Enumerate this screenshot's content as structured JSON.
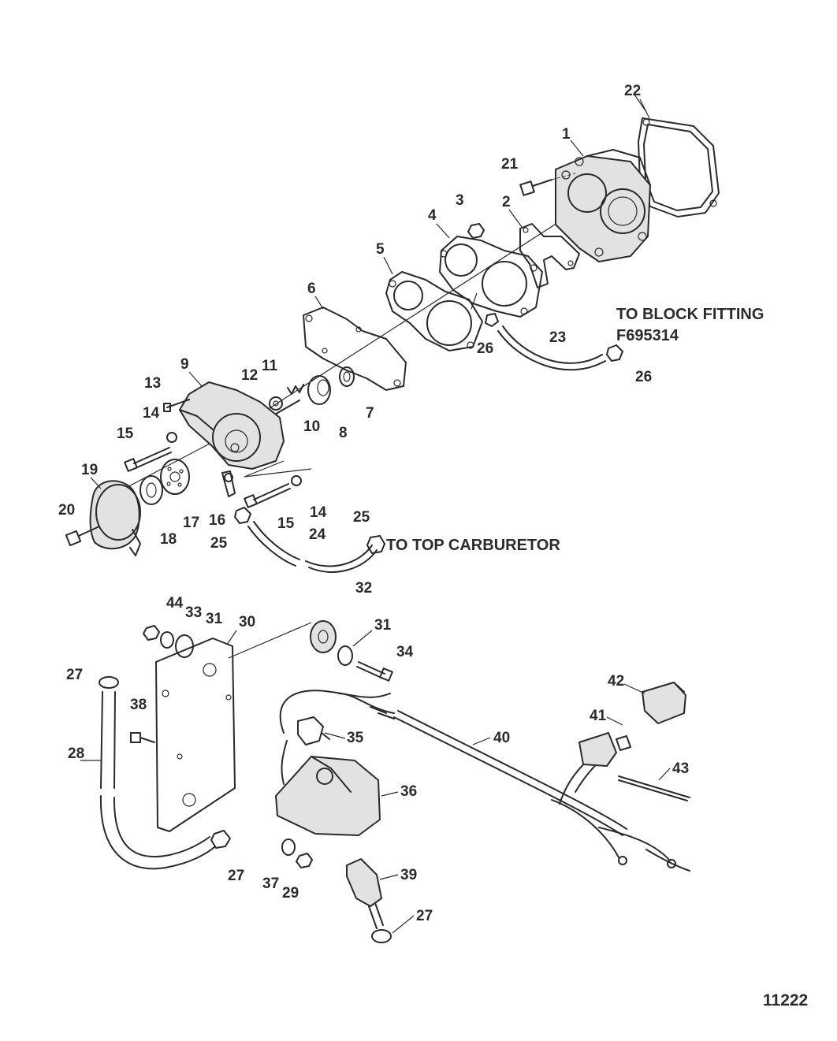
{
  "notes": {
    "block_fitting": "TO BLOCK FITTING",
    "block_fitting_part": "F695314",
    "top_carburetor": "TO TOP CARBURETOR"
  },
  "figure_number": "11222",
  "callouts": {
    "n1": "1",
    "n2": "2",
    "n3": "3",
    "n4": "4",
    "n5": "5",
    "n6": "6",
    "n7": "7",
    "n8": "8",
    "n9": "9",
    "n10": "10",
    "n11": "11",
    "n12": "12",
    "n13": "13",
    "n14a": "14",
    "n14b": "14",
    "n15a": "15",
    "n15b": "15",
    "n16": "16",
    "n17": "17",
    "n18": "18",
    "n19": "19",
    "n20": "20",
    "n21": "21",
    "n22": "22",
    "n23": "23",
    "n24": "24",
    "n25a": "25",
    "n25b": "25",
    "n26a": "26",
    "n26b": "26",
    "n27a": "27",
    "n27b": "27",
    "n27c": "27",
    "n28": "28",
    "n29": "29",
    "n30": "30",
    "n31a": "31",
    "n31b": "31",
    "n32": "32",
    "n33": "33",
    "n34": "34",
    "n35": "35",
    "n36": "36",
    "n37": "37",
    "n38": "38",
    "n39": "39",
    "n40": "40",
    "n41": "41",
    "n42": "42",
    "n43": "43",
    "n44": "44"
  }
}
